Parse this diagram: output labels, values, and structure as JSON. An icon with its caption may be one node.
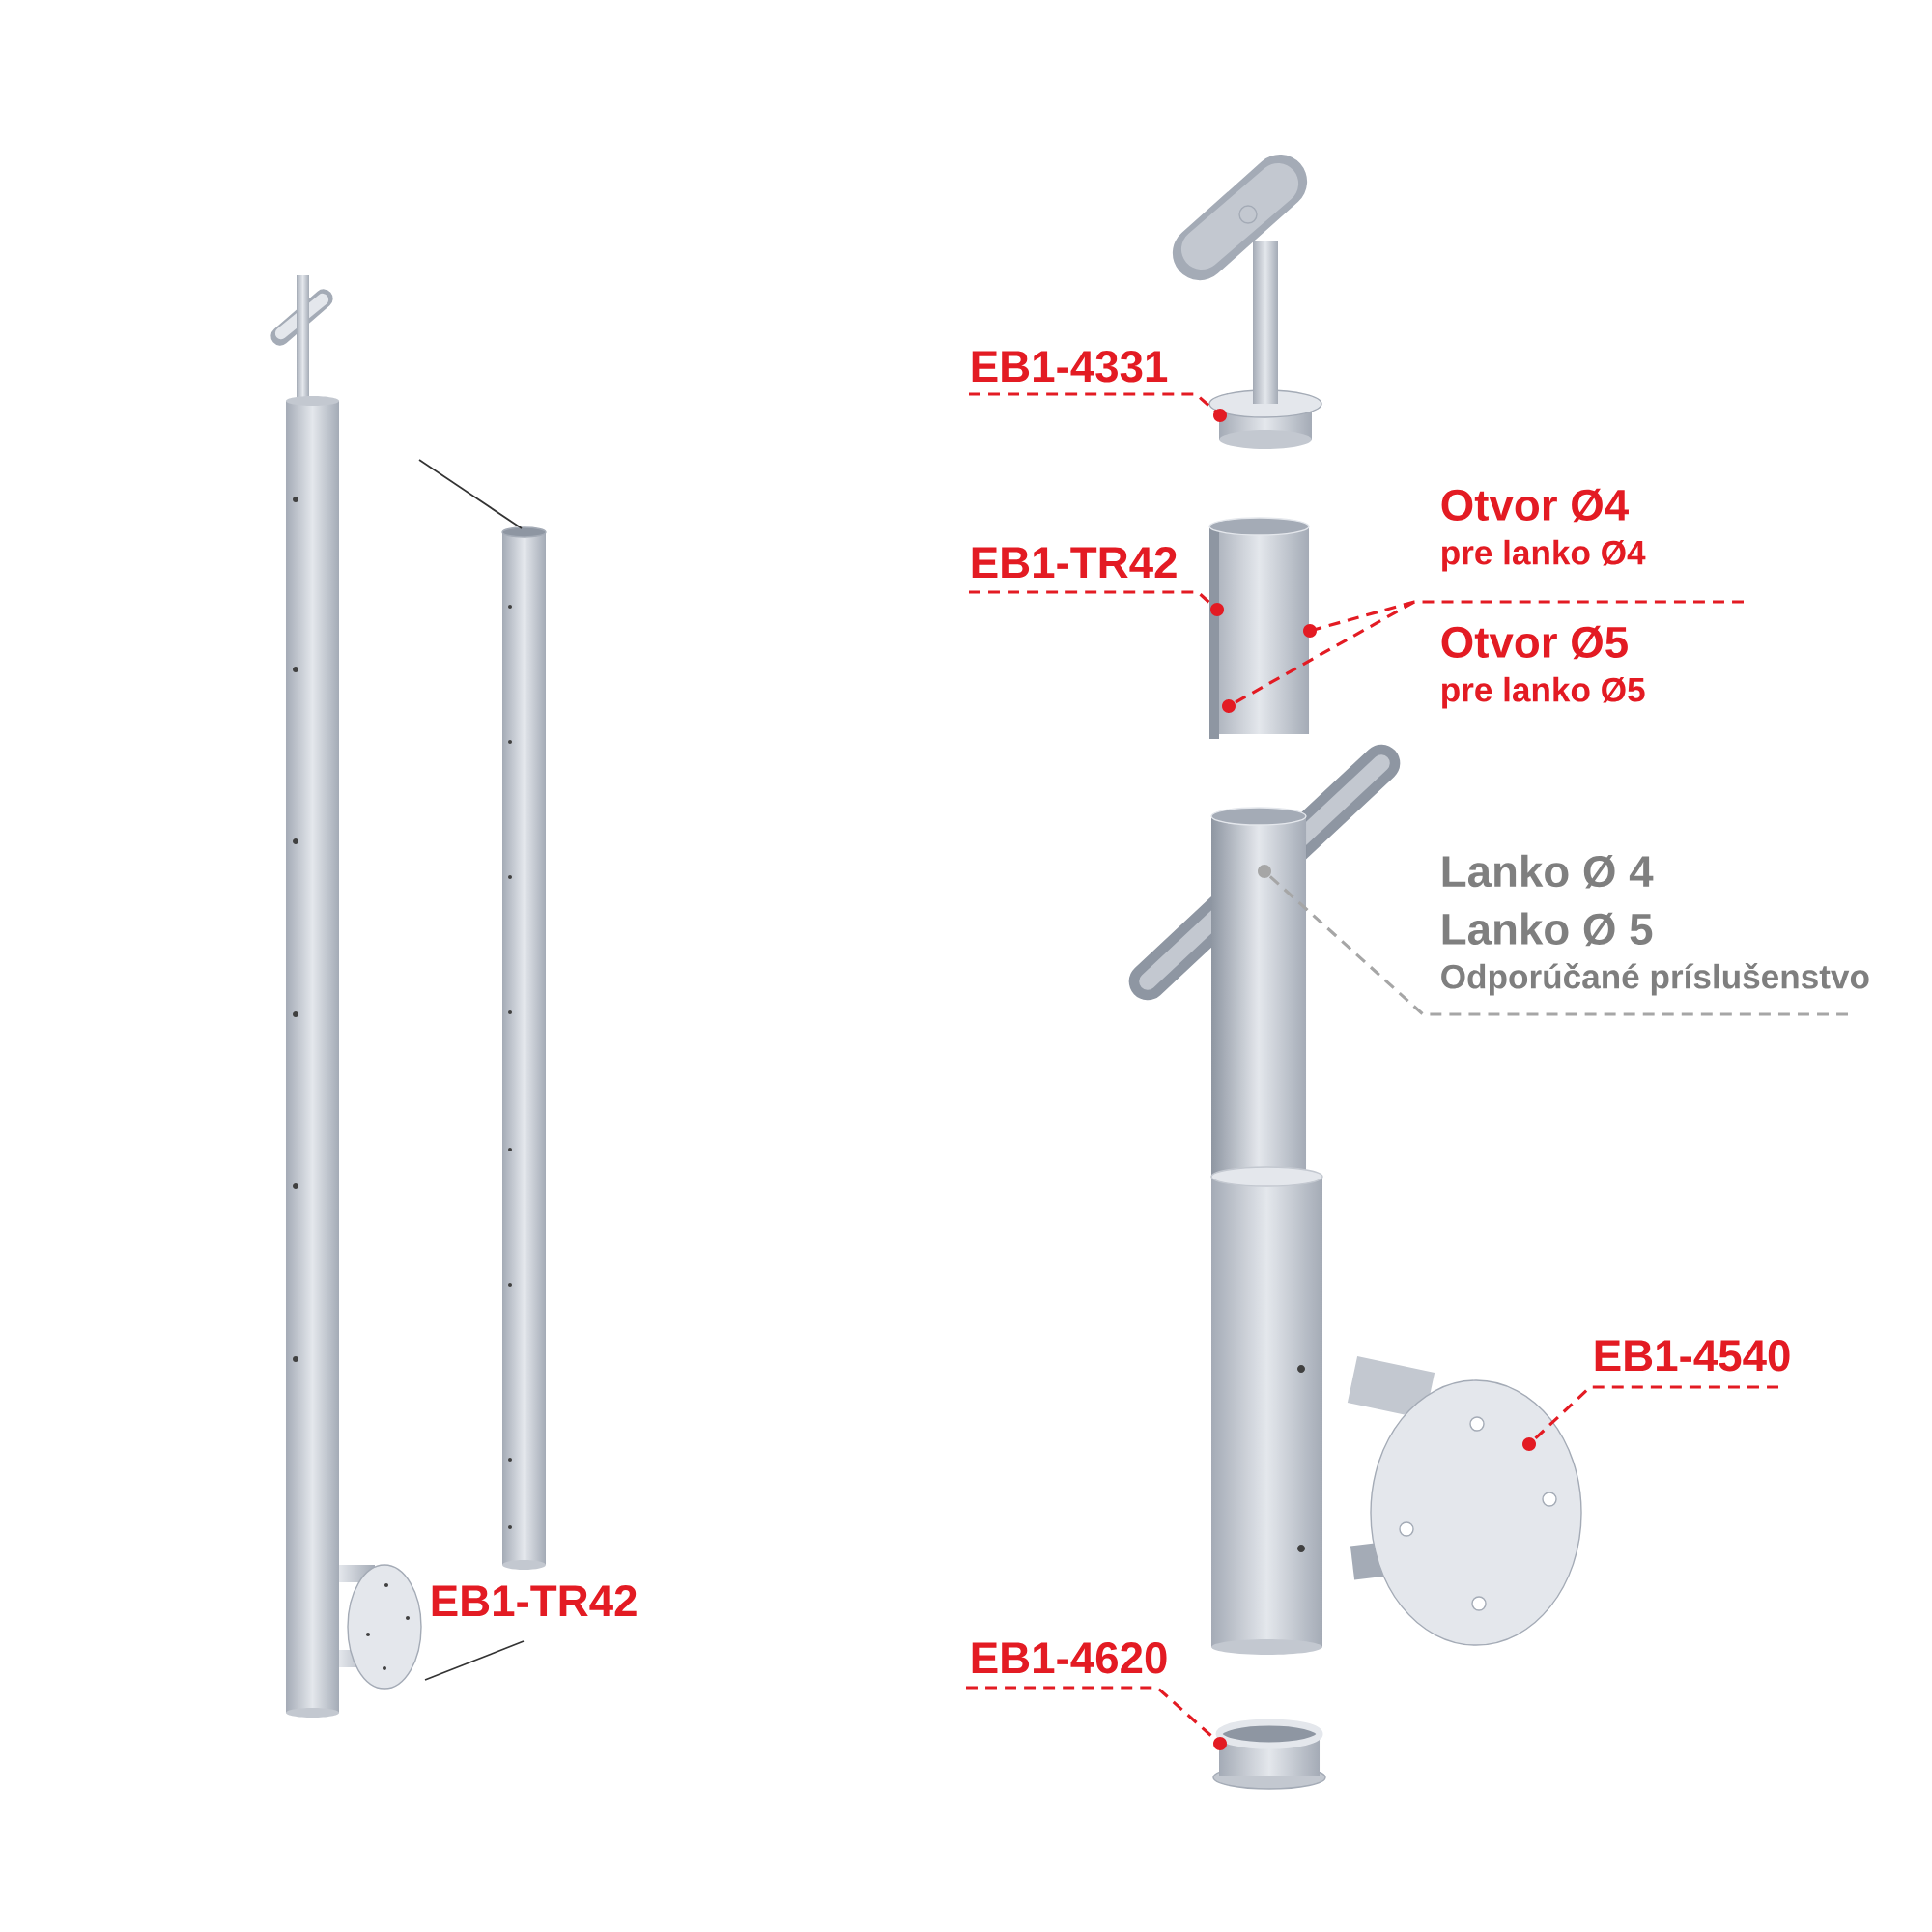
{
  "diagram": {
    "nodes": [
      {
        "text": [],
        "shape": "picture"
      },
      {
        "text": [],
        "shape": "picture"
      },
      {
        "text": [
          "EB1-TR42"
        ]
      },
      {
        "text": [
          "EB1-4331"
        ]
      },
      {
        "text": [],
        "shape": "picture"
      },
      {
        "text": [
          "EB1-TR42"
        ]
      },
      {
        "text": [],
        "shape": "picture"
      },
      {
        "text": [
          "Otvor Ø4",
          "pre lanko Ø4"
        ]
      },
      {
        "text": [
          "Otvor Ø5",
          "pre lanko Ø5"
        ]
      },
      {
        "text": [],
        "shape": "picture"
      },
      {
        "text": [],
        "shape": "picture"
      },
      {
        "text": [
          "Lanko Ø 4",
          "Lanko Ø 5",
          "Odporúčané príslušenstvo"
        ]
      },
      {
        "text": [
          "EB1-4540"
        ]
      },
      {
        "text": [],
        "shape": "picture"
      },
      {
        "text": [
          "EB1-4620"
        ]
      },
      {
        "text": [],
        "shape": "picture"
      }
    ],
    "edges": [
      {
        "from": 3,
        "to": 4,
        "arrow": "other",
        "style": "dashed"
      },
      {
        "from": 5,
        "to": 6,
        "arrow": "other",
        "style": "dashed"
      },
      {
        "from": 7,
        "to": 6,
        "arrow": "other",
        "style": "dashed"
      },
      {
        "from": 8,
        "to": 6,
        "arrow": "other",
        "style": "dashed"
      },
      {
        "from": 11,
        "to": 9,
        "arrow": "other",
        "style": "dashed",
        "color": "#a6a6a6"
      },
      {
        "from": 12,
        "to": 13,
        "arrow": "other",
        "style": "dashed"
      },
      {
        "from": 14,
        "to": 15,
        "arrow": "other",
        "style": "dashed"
      }
    ]
  }
}
